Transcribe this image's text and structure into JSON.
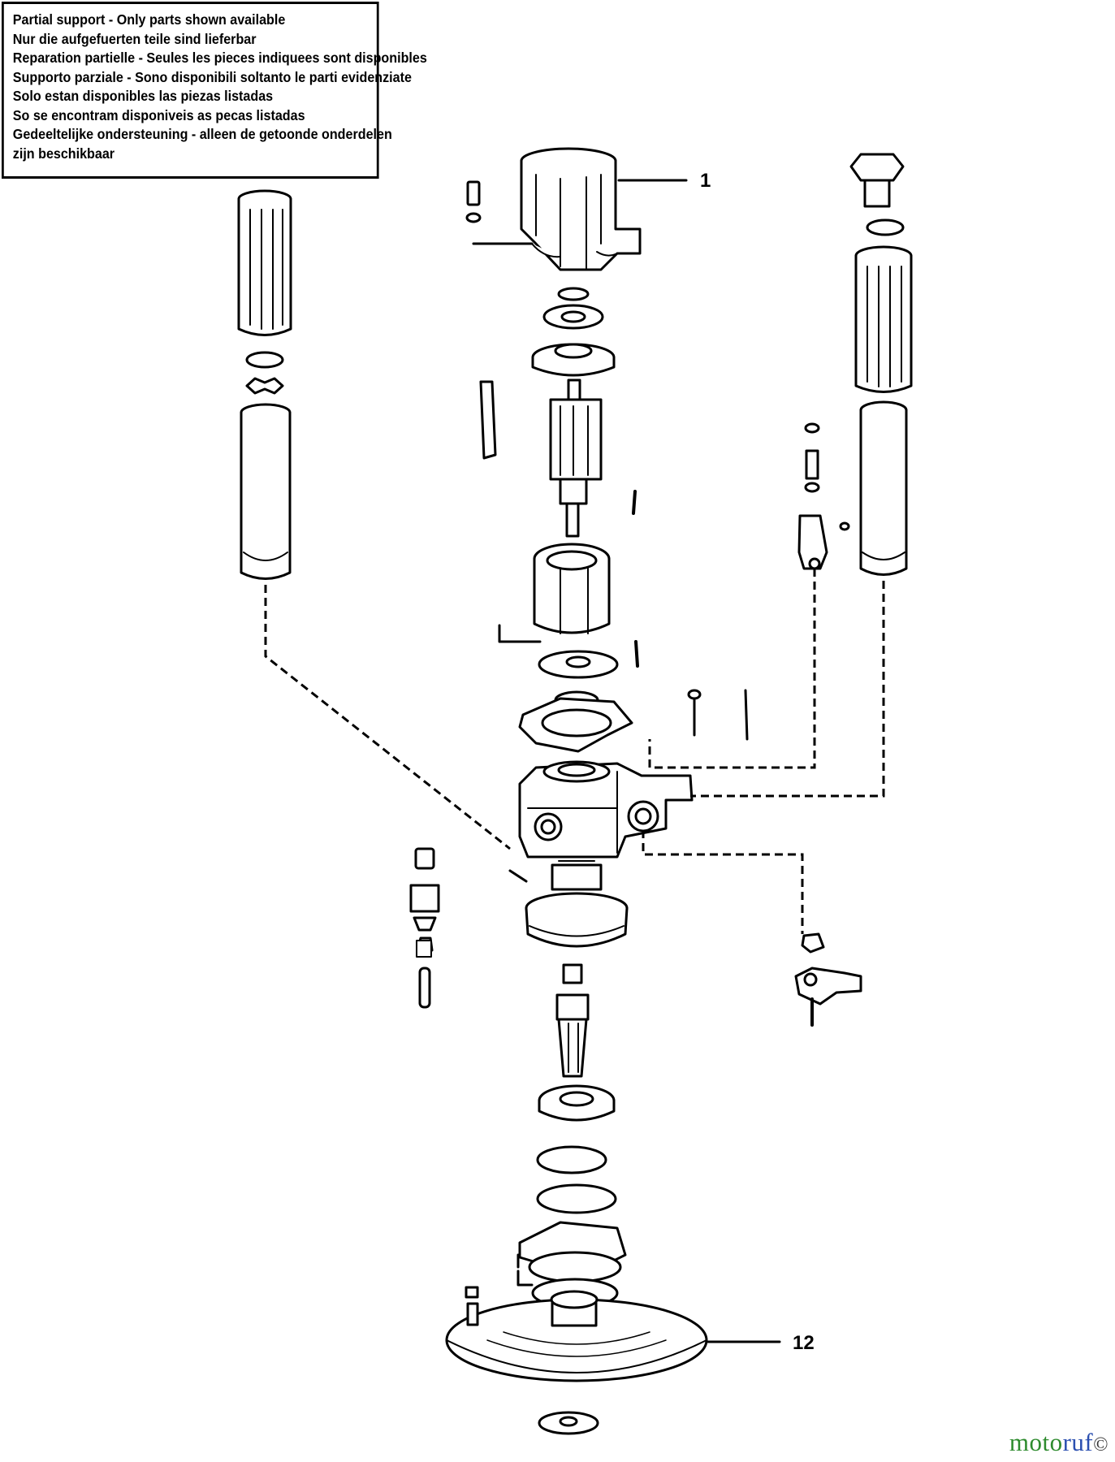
{
  "notice": {
    "lines": [
      "Partial support - Only parts shown available",
      "Nur die aufgefuerten teile sind lieferbar",
      "Reparation partielle - Seules les pieces indiquees sont disponibles",
      "Supporto parziale - Sono disponibili soltanto le parti evidenziate",
      "Solo estan disponibles las piezas listadas",
      "So se encontram disponiveis as pecas listadas",
      "Gedeeltelijke ondersteuning - alleen de getoonde onderdelen",
      "zijn beschikbaar"
    ]
  },
  "callouts": {
    "part_1": "1",
    "part_12": "12"
  },
  "watermark": {
    "prefix": "moto",
    "suffix": "ruf",
    "symbol": "©"
  },
  "colors": {
    "ink": "#000000",
    "paper": "#ffffff",
    "watermark_green": "#2e8b2e",
    "watermark_blue": "#2b4fb0"
  }
}
